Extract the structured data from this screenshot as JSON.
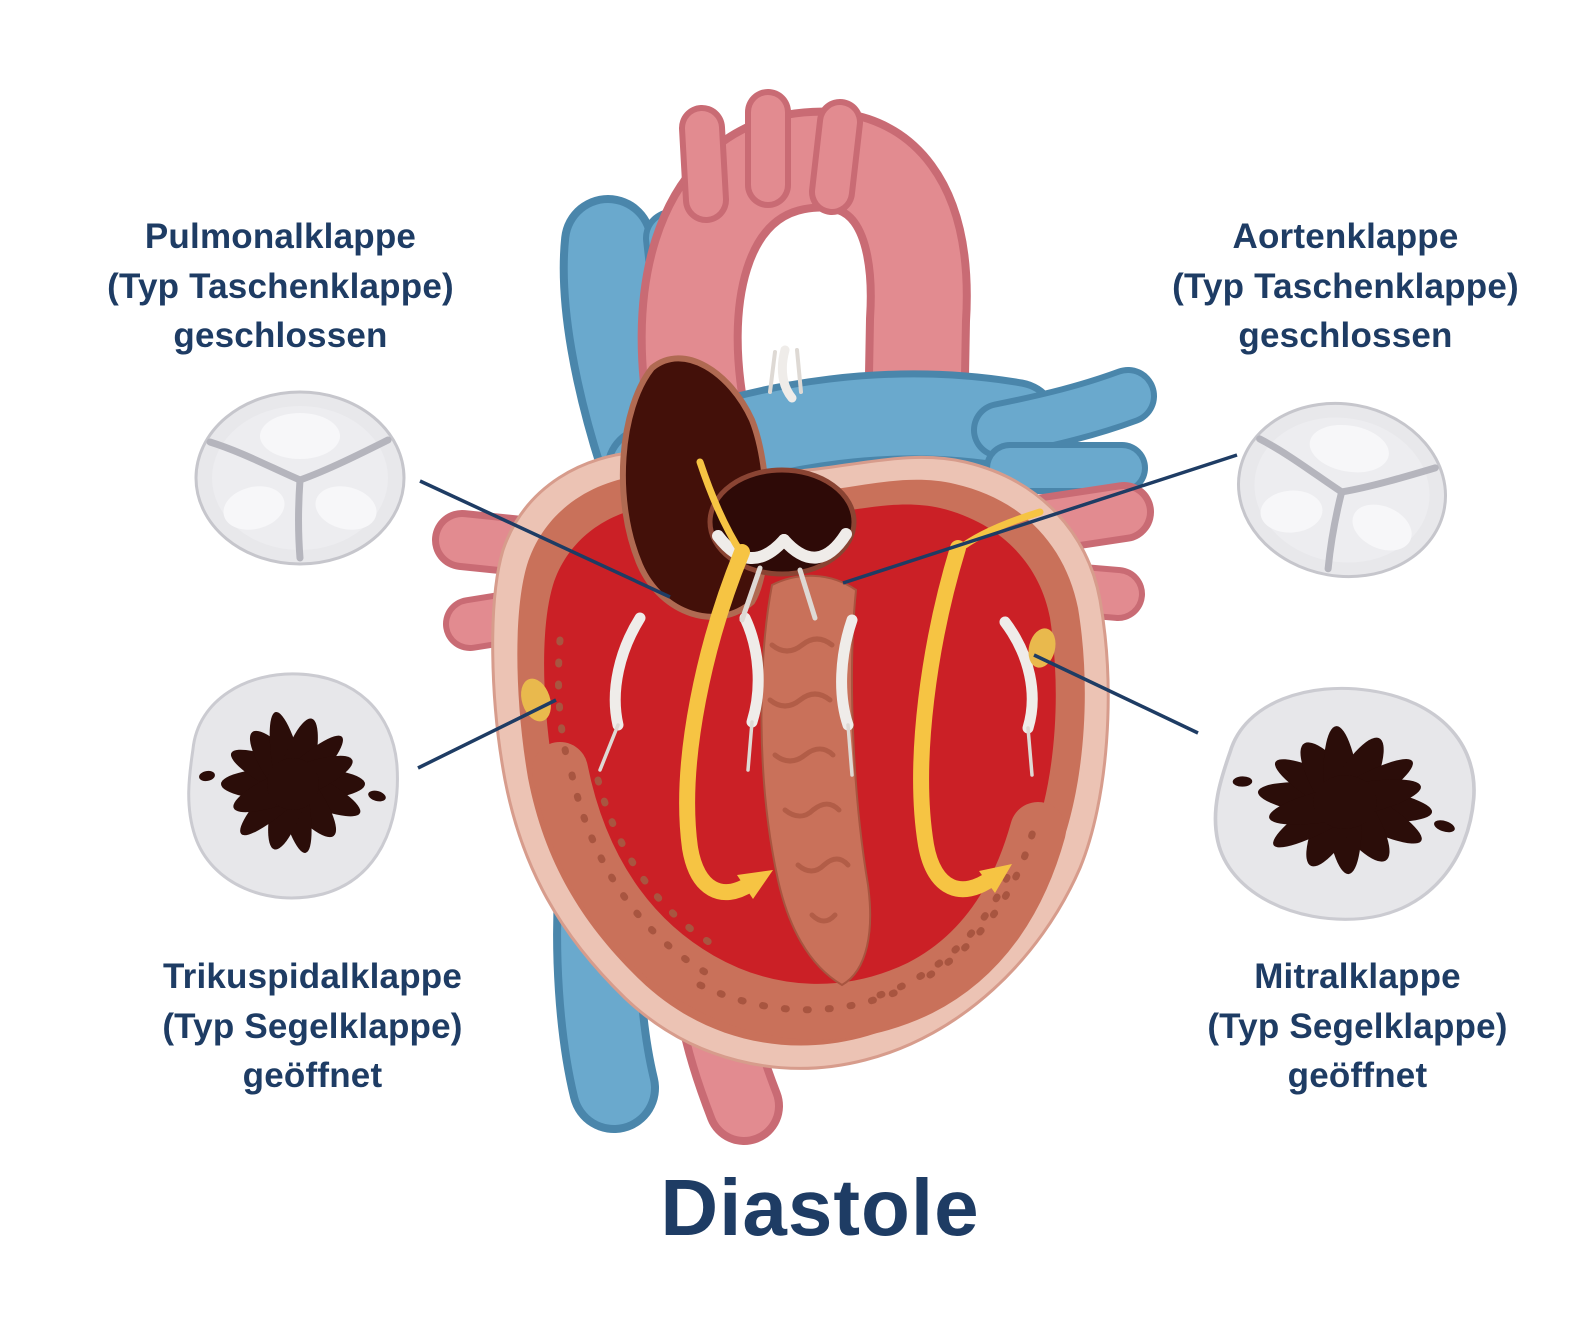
{
  "title": "Diastole",
  "labels": {
    "pulmonary": {
      "name": "Pulmonalklappe",
      "type": "(Typ Taschenklappe)",
      "state": "geschlossen"
    },
    "aortic": {
      "name": "Aortenklappe",
      "type": "(Typ Taschenklappe)",
      "state": "geschlossen"
    },
    "tricuspid": {
      "name": "Trikuspidalklappe",
      "type": "(Typ Segelklappe)",
      "state": "geöffnet"
    },
    "mitral": {
      "name": "Mitralklappe",
      "type": "(Typ Segelklappe)",
      "state": "geöffnet"
    }
  },
  "colors": {
    "label_navy": "#1e3c64",
    "heart_red": "#cb2026",
    "muscle_salmon": "#c9715a",
    "vessel_blue": "#6aa9cd",
    "vessel_pink": "#e28b90",
    "flow_arrow_gold": "#f6c443",
    "valve_gray": "#e8e8eb",
    "valve_opening_dark": "#2b0d09"
  }
}
